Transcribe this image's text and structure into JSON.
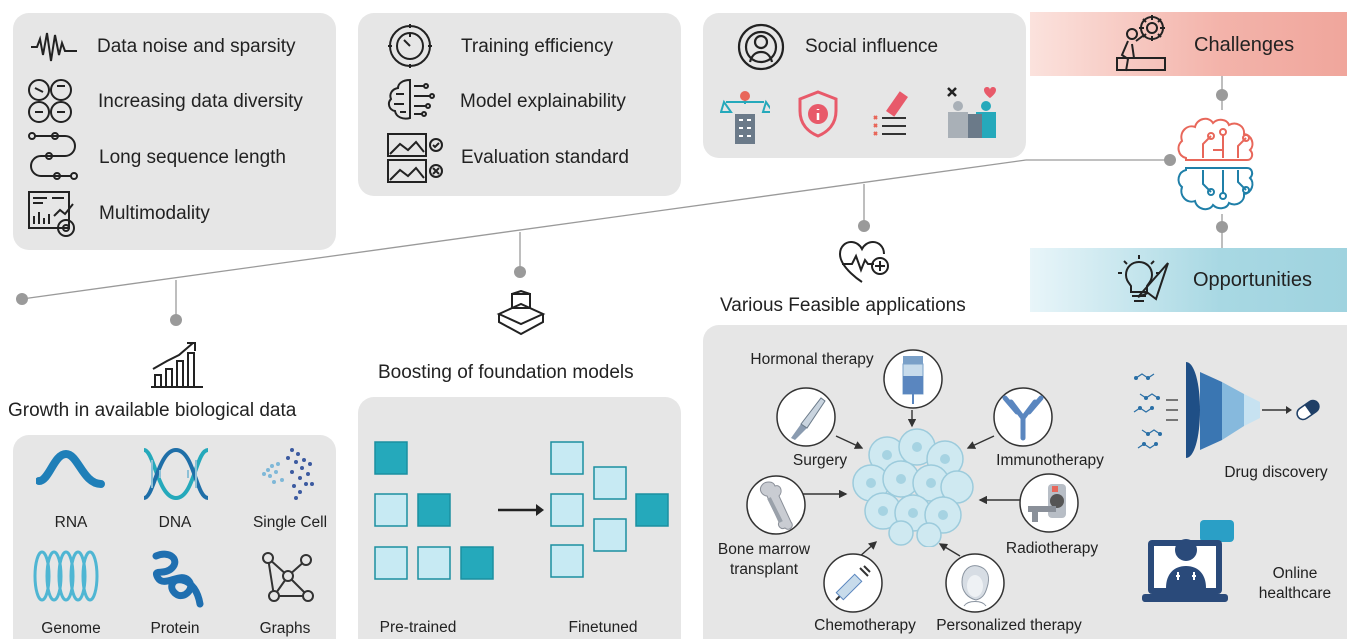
{
  "challenges": {
    "data_panel": [
      "Data noise and sparsity",
      "Increasing data diversity",
      "Long sequence length",
      "Multimodality"
    ],
    "model_panel": [
      "Training efficiency",
      "Model explainability",
      "Evaluation standard"
    ],
    "social_panel": {
      "title": "Social influence"
    }
  },
  "banners": {
    "challenges": "Challenges",
    "opportunities": "Opportunities"
  },
  "opportunities": {
    "growth": {
      "title": "Growth in available biological data",
      "items": [
        "RNA",
        "DNA",
        "Single Cell",
        "Genome",
        "Protein",
        "Graphs"
      ]
    },
    "foundation": {
      "title": "Boosting of foundation models",
      "pretrained": "Pre-trained",
      "finetuned": "Finetuned"
    },
    "applications": {
      "title": "Various Feasible applications",
      "therapies": {
        "hormonal": "Hormonal therapy",
        "surgery": "Surgery",
        "immunotherapy": "Immunotherapy",
        "bone_marrow": "Bone marrow\ntransplant",
        "radiotherapy": "Radiotherapy",
        "chemotherapy": "Chemotherapy",
        "personalized": "Personalized therapy"
      },
      "drug_discovery": "Drug discovery",
      "online_healthcare": "Online\nhealthcare"
    }
  },
  "colors": {
    "panel": "#e6e6e6",
    "teal": "#25a9bb",
    "light_teal": "#c7eaf3",
    "red": "#e8675a",
    "banner_red": "#f3b3aa",
    "banner_blue": "#a8d8e3"
  }
}
